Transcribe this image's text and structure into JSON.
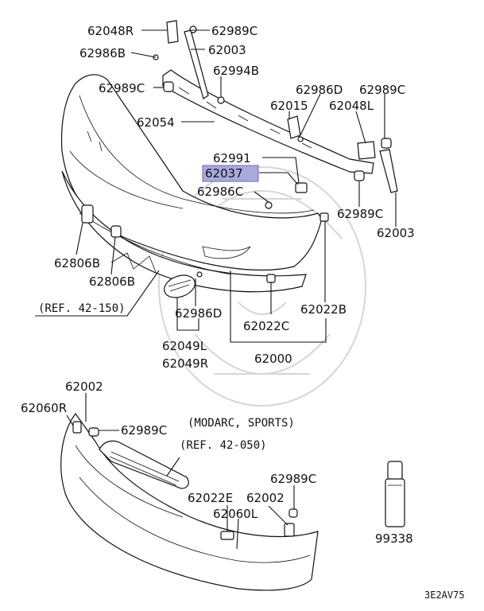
{
  "labels": {
    "p62048R": "62048R",
    "p62989C_top": "62989C",
    "p62986B": "62986B",
    "p62003_top": "62003",
    "p62994B": "62994B",
    "p62989C_left": "62989C",
    "p62986D_top": "62986D",
    "p62989C_right": "62989C",
    "p62015": "62015",
    "p62048L": "62048L",
    "p62054": "62054",
    "p62991": "62991",
    "p62037": "62037",
    "p62986C": "62986C",
    "p62989C_mid": "62989C",
    "p62003_right": "62003",
    "p62806B_a": "62806B",
    "p62806B_b": "62806B",
    "ref_42_150": "(REF. 42-150)",
    "p62986D_low": "62986D",
    "p62022B": "62022B",
    "p62022C": "62022C",
    "p62049L": "62049L",
    "p62049R": "62049R",
    "p62000": "62000",
    "p62002_top": "62002",
    "p62060R": "62060R",
    "p62989C_lower": "62989C",
    "modarc": "(MODARC, SPORTS)",
    "ref_42_050": "(REF. 42-050)",
    "p62989C_lowright": "62989C",
    "p62022E": "62022E",
    "p62002_mid": "62002",
    "p62060L": "62060L",
    "p99338": "99338",
    "code": "3E2AV75"
  },
  "highlight_color": "#a9a9dc"
}
